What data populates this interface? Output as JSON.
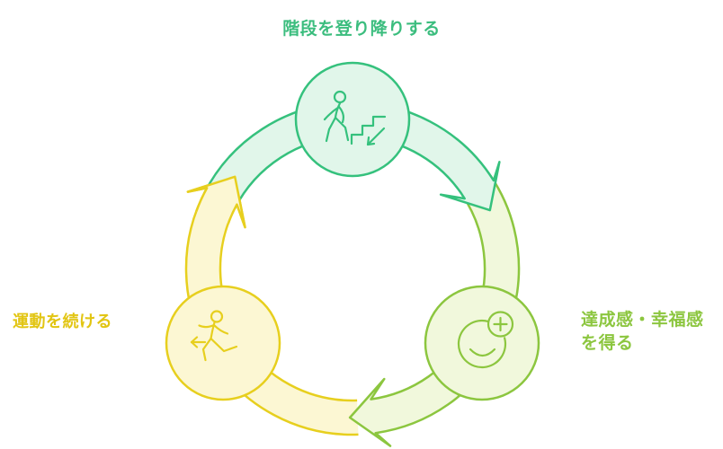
{
  "diagram": {
    "type": "cycle",
    "background": "#ffffff",
    "steps": [
      {
        "id": "climb-stairs",
        "label": "階段を登り降りする",
        "icon": "person-descending-stairs-icon",
        "accent": "#35c17d",
        "fill": "#e1f6ea",
        "label_color": "#3bbd7e",
        "position": "top"
      },
      {
        "id": "achievement",
        "label": "達成感・幸福感を得る",
        "label_lines": [
          "達成感・幸福感",
          "を得る"
        ],
        "icon": "smiley-add-icon",
        "accent": "#8cc63f",
        "fill": "#f1f8dc",
        "label_color": "#8cc63f",
        "position": "bottom-right"
      },
      {
        "id": "keep-exercising",
        "label": "運動を続ける",
        "icon": "running-person-icon",
        "accent": "#e7cf1e",
        "fill": "#fcf7d3",
        "label_color": "#e2c512",
        "position": "bottom-left"
      }
    ],
    "arrows": [
      {
        "from": "climb-stairs",
        "to": "achievement",
        "direction": "clockwise"
      },
      {
        "from": "achievement",
        "to": "keep-exercising",
        "direction": "clockwise"
      },
      {
        "from": "keep-exercising",
        "to": "climb-stairs",
        "direction": "clockwise"
      }
    ]
  }
}
